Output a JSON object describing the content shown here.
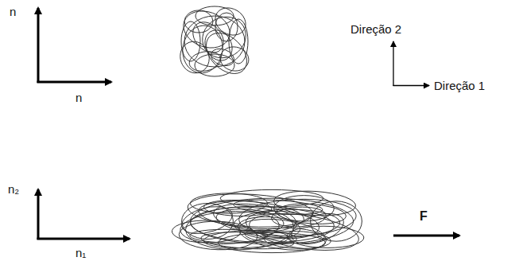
{
  "diagram": {
    "labels": [
      "n",
      "n",
      "Direção 2",
      "Direção 1",
      "n₂",
      "n₁",
      "F"
    ]
  }
}
